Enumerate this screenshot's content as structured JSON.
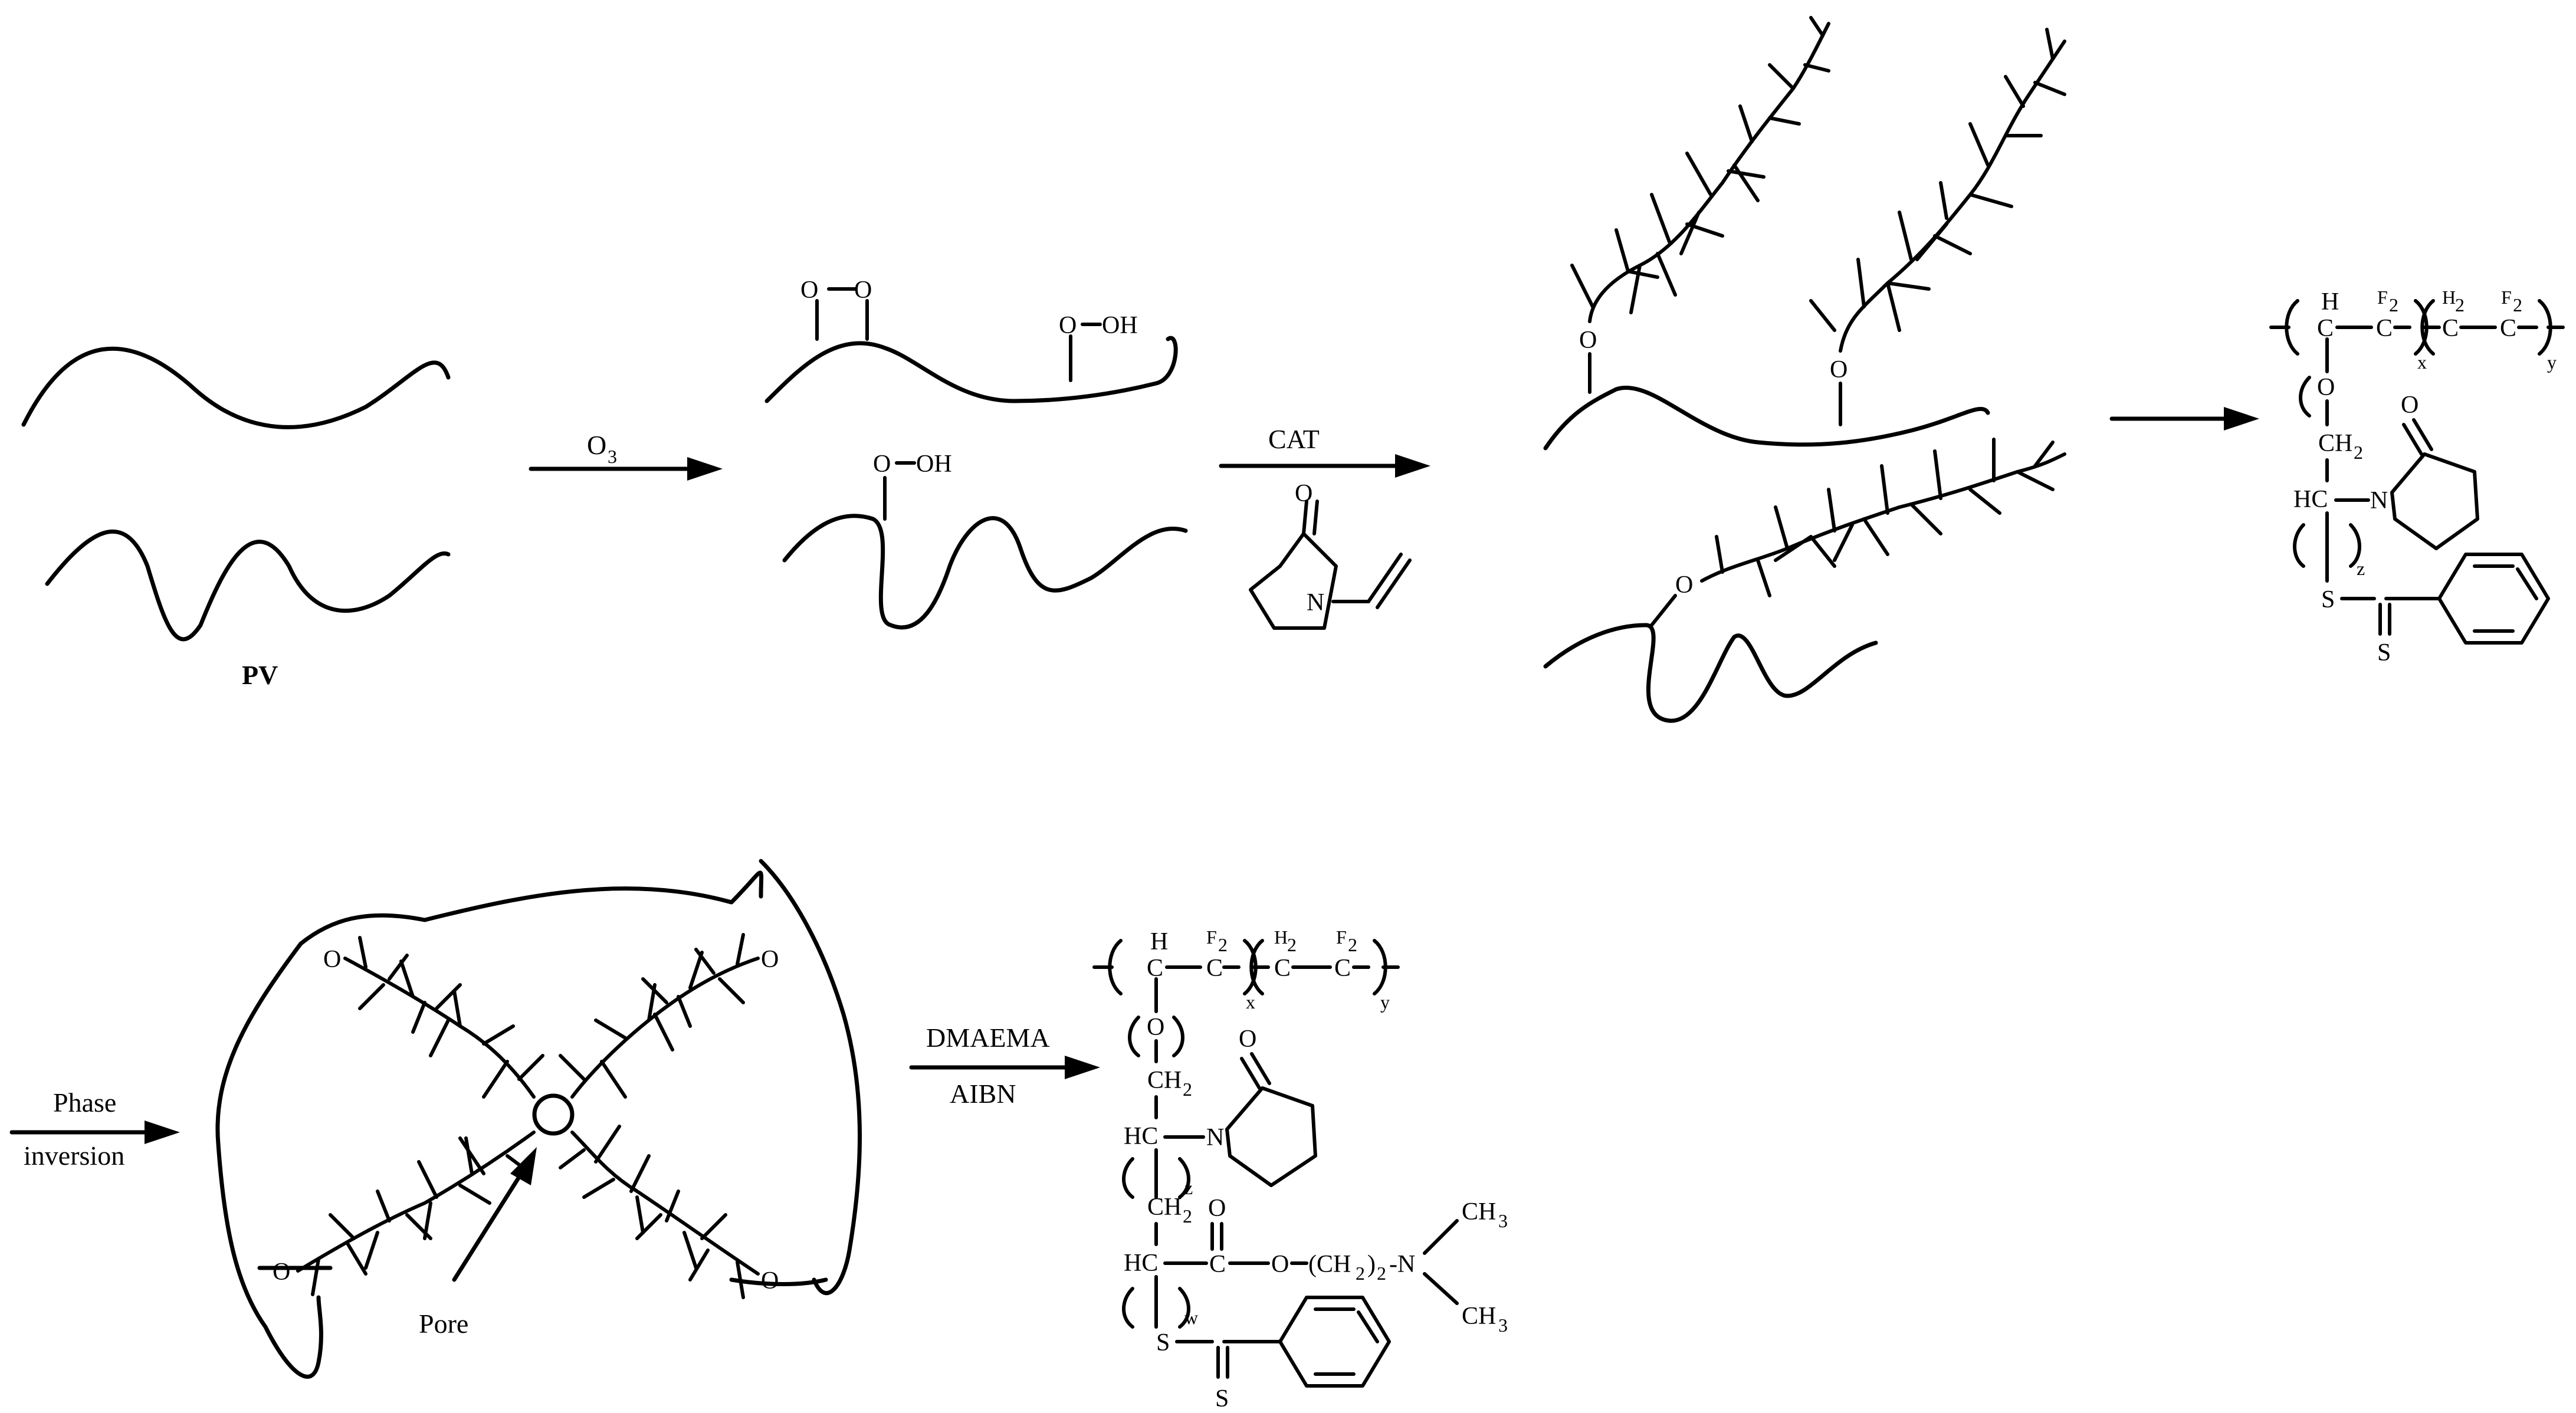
{
  "labels": {
    "pv": "PV",
    "ozone": "O",
    "ozone_sub": "3",
    "catalyst": "CAT",
    "phase_1": "Phase",
    "phase_2": "inversion",
    "monomer_1": "DMAEMA",
    "monomer_2": "AIBN",
    "pore": "Pore"
  },
  "atoms": {
    "O": "O",
    "OH": "OH",
    "N": "N",
    "S": "S",
    "H": "H",
    "C": "C",
    "HC": "HC",
    "F2_F": "F",
    "F2_2": "2",
    "H2_H": "H",
    "H2_2": "2",
    "CH2_CH": "CH",
    "CH2_2": "2",
    "CH3_CH": "CH",
    "CH3_3": "3",
    "CH2n_open": "(CH",
    "CH2n_close": ")",
    "CH2n_sub": "2",
    "dash_N": "-N"
  },
  "indices": {
    "x": "x",
    "y": "y",
    "z": "z",
    "w": "w"
  }
}
